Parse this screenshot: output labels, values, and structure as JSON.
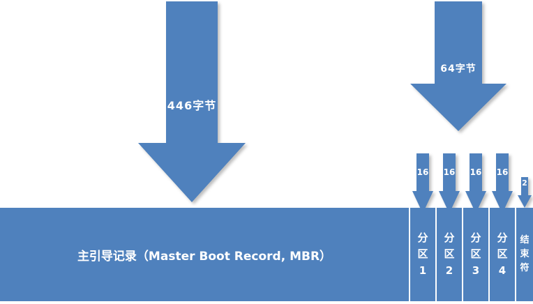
{
  "colors": {
    "primary_blue": "#4F81BD",
    "label_text": "#FFFFFF",
    "background": "#FFFFFF"
  },
  "arrows": {
    "bytes446": "446字节",
    "bytes64": "64字节",
    "bytes16": [
      "16",
      "16",
      "16",
      "16"
    ],
    "bytes2": "2"
  },
  "bar": {
    "mbr": "主引导记录（Master Boot Record, MBR）",
    "partitions": [
      "分区1",
      "分区2",
      "分区3",
      "分区4"
    ],
    "end": "结束符"
  }
}
